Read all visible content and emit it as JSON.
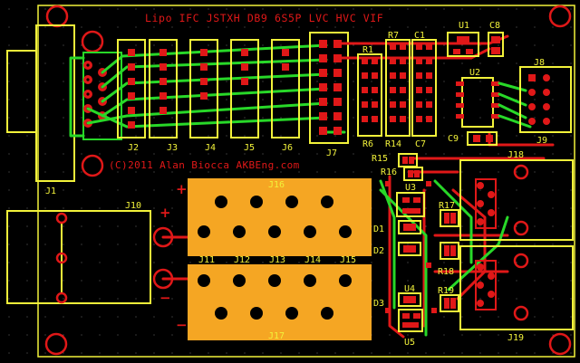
{
  "board": {
    "title": "Lipo IFC JSTXH DB9 6S5P LVC HVC VIF",
    "credit": "(C)2011 Alan Biocca AKBEng.com"
  },
  "components": {
    "J1": "J1",
    "J2": "J2",
    "J3": "J3",
    "J4": "J4",
    "J5": "J5",
    "J6": "J6",
    "J7": "J7",
    "J8": "J8",
    "J9": "J9",
    "J10": "J10",
    "J11": "J11",
    "J12": "J12",
    "J13": "J13",
    "J14": "J14",
    "J15": "J15",
    "J16": "J16",
    "J17": "J17",
    "J18": "J18",
    "J19": "J19",
    "R1": "R1",
    "R6": "R6",
    "R7": "R7",
    "R14": "R14",
    "R15": "R15",
    "R16": "R16",
    "R17": "R17",
    "R18": "R18",
    "R19": "R19",
    "C1": "C1",
    "C7": "C7",
    "C8": "C8",
    "C9": "C9",
    "U1": "U1",
    "U2": "U2",
    "U3": "U3",
    "U4": "U4",
    "U5": "U5",
    "D1": "D1",
    "D2": "D2",
    "D3": "D3"
  },
  "polarity": {
    "plus": "+",
    "minus": "−"
  },
  "colors": {
    "silkscreen": "#f2f23a",
    "copper_bottom": "#e01818",
    "copper_top": "#28d828",
    "pad_orange": "#f5a623",
    "background": "#000000"
  }
}
